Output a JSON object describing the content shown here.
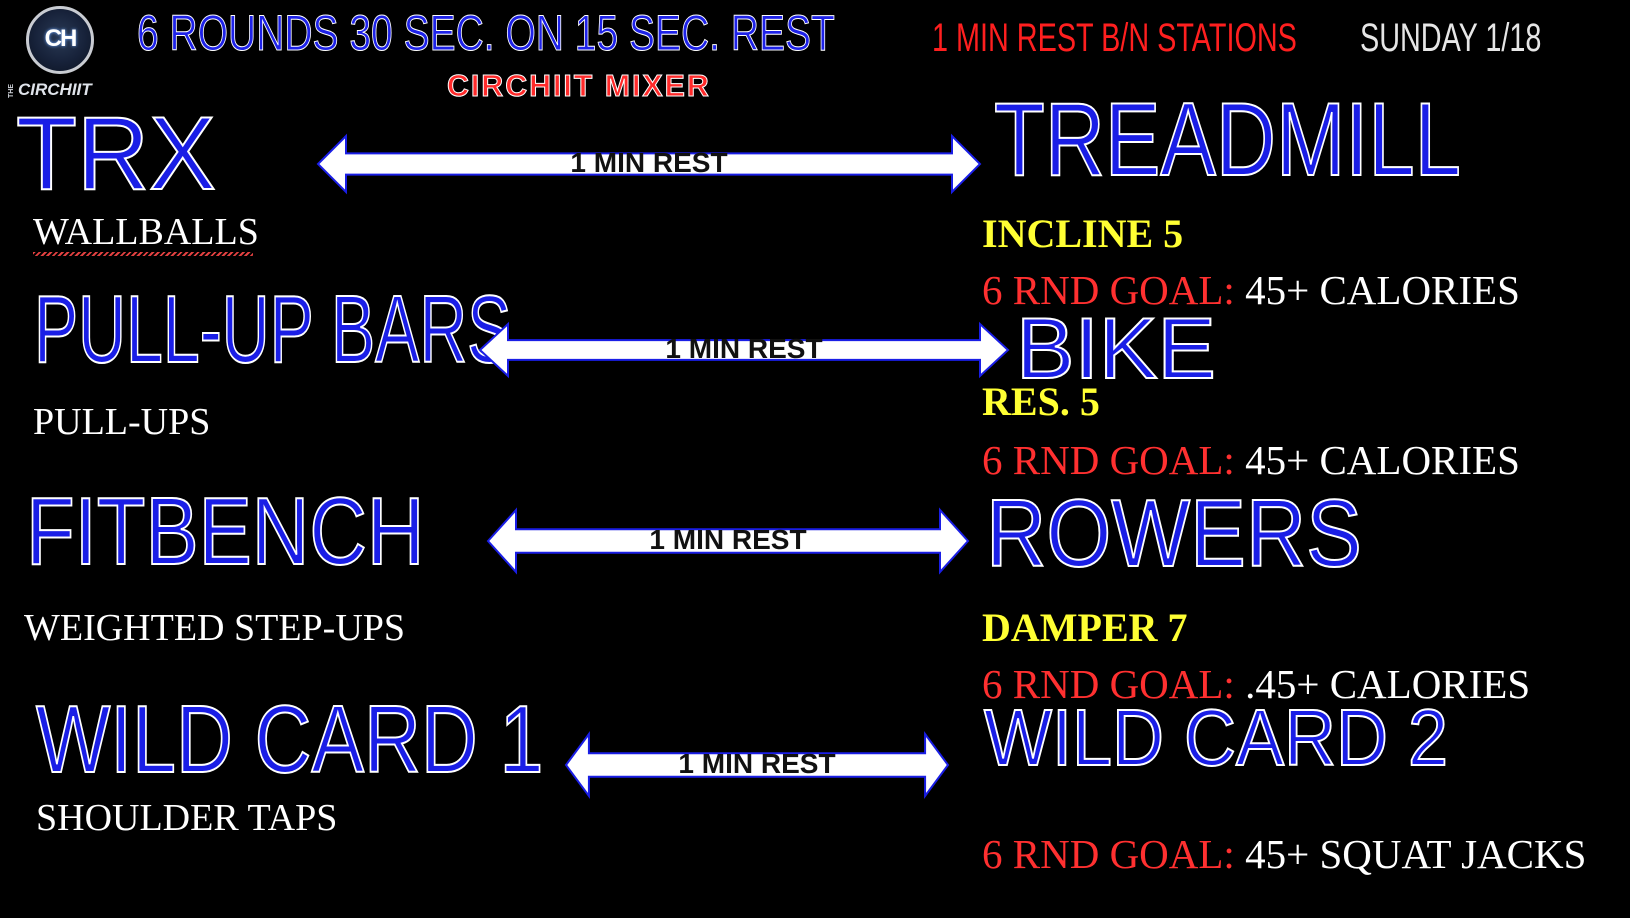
{
  "header": {
    "logo_mono": "CH",
    "logo_word": "CIRCHIIT",
    "logo_the": "THE",
    "main_title": "6 ROUNDS 30 SEC. ON 15 SEC. REST",
    "subtitle": "CIRCHIIT MIXER",
    "station_rest": "1 MIN REST B/N STATIONS",
    "date": "SUNDAY 1/18"
  },
  "rest_label": "1 MIN REST",
  "pairs": [
    {
      "left_station": "TRX",
      "left_exercise": "WALLBALLS",
      "right_station": "TREADMILL",
      "right_setting": "INCLINE 5",
      "goal_label": "6 RND GOAL:",
      "goal_value": " 45+ CALORIES"
    },
    {
      "left_station": "PULL-UP BARS",
      "left_exercise": "PULL-UPS",
      "right_station": "BIKE",
      "right_setting": "RES. 5",
      "goal_label": "6 RND GOAL:",
      "goal_value": " 45+ CALORIES"
    },
    {
      "left_station": "FITBENCH",
      "left_exercise": "WEIGHTED STEP-UPS",
      "right_station": "ROWERS",
      "right_setting": "DAMPER 7",
      "goal_label": "6 RND GOAL:",
      "goal_value": " .45+ CALORIES"
    },
    {
      "left_station": "WILD CARD 1",
      "left_exercise": "SHOULDER TAPS",
      "right_station": "WILD CARD 2",
      "right_setting": "",
      "goal_label": "6 RND GOAL:",
      "goal_value": " 45+ SQUAT JACKS"
    }
  ],
  "colors": {
    "background": "#000000",
    "station_blue": "#1a1ee6",
    "accent_red": "#ff2a2a",
    "setting_yellow": "#ffff33",
    "arrow_fill": "#ffffff",
    "arrow_stroke": "#1a1ee6"
  }
}
